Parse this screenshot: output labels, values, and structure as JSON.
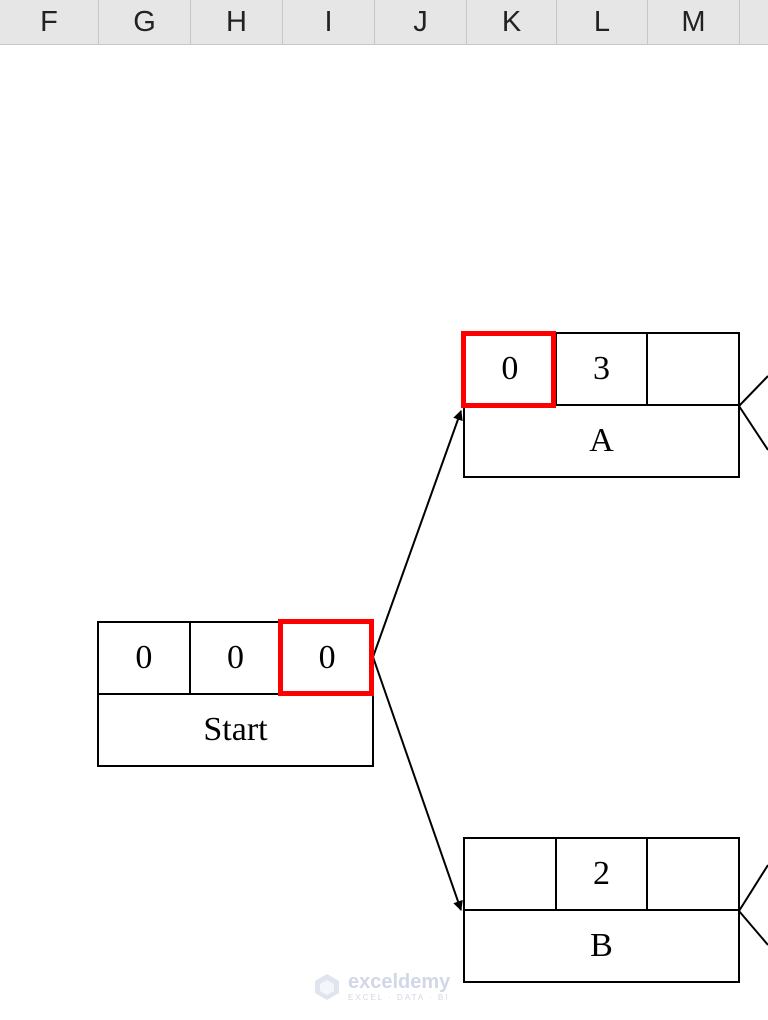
{
  "column_headers": [
    "F",
    "G",
    "H",
    "I",
    "J",
    "K",
    "L",
    "M"
  ],
  "nodes": {
    "start": {
      "cells": [
        "0",
        "0",
        "0"
      ],
      "name": "Start"
    },
    "a": {
      "cells": [
        "0",
        "3",
        ""
      ],
      "name": "A"
    },
    "b": {
      "cells": [
        "",
        "2",
        ""
      ],
      "name": "B"
    }
  },
  "highlight_color": "#ff0000",
  "watermark": {
    "brand": "exceldemy",
    "subtitle": "EXCEL · DATA · BI",
    "icon": "exceldemy-logo-icon"
  }
}
